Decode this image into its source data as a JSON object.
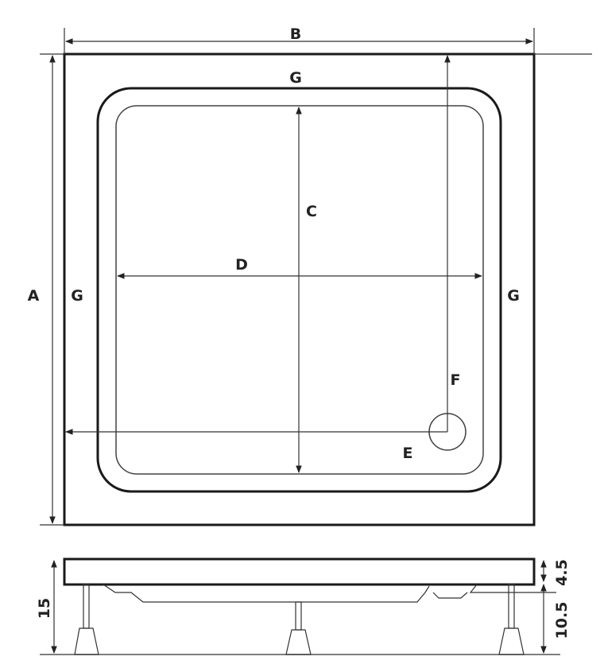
{
  "plan_view": {
    "labels": {
      "width": "B",
      "top_rim": "G",
      "inner_length": "C",
      "inner_width": "D",
      "length": "A",
      "left_rim": "G",
      "right_rim": "G",
      "drain_offset_y": "F",
      "drain_offset_x": "E"
    }
  },
  "side_view": {
    "total_height": "15",
    "tray_height": "4.5",
    "leg_height": "10.5"
  },
  "colors": {
    "line": "#1a1a1a",
    "background": "#ffffff"
  }
}
